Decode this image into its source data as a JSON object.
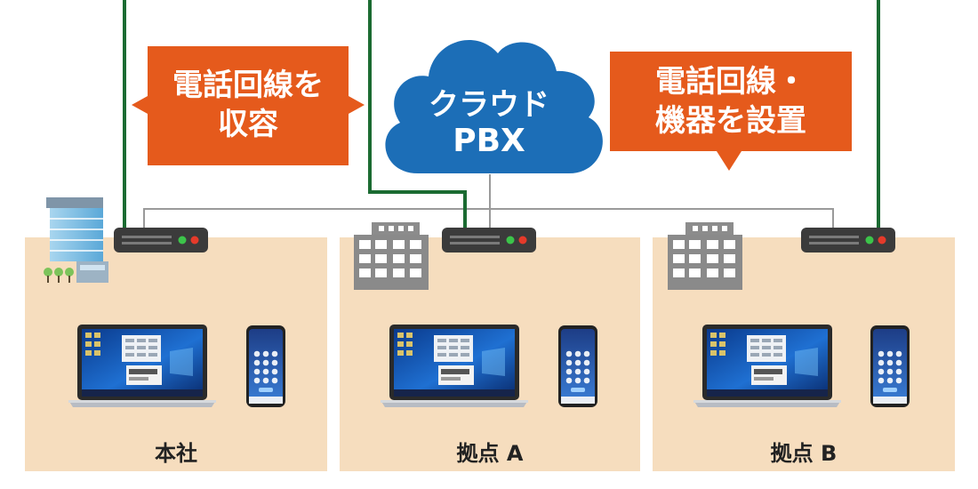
{
  "cloud": {
    "line1": "クラウド",
    "line2": "PBX"
  },
  "callouts": {
    "left": {
      "line1": "電話回線を",
      "line2": "収容"
    },
    "right": {
      "line1": "電話回線・",
      "line2": "機器を設置"
    }
  },
  "sites": [
    {
      "label": "本社"
    },
    {
      "label": "拠点 A"
    },
    {
      "label": "拠点 B"
    }
  ],
  "colors": {
    "panel": "#f6ddbe",
    "callout": "#e55a1c",
    "cloud": "#1c6eb7",
    "green_line": "#1b6b32",
    "gray_line": "#9a9a9a",
    "router": "#3b3b3b"
  },
  "icons": [
    "cloud-icon",
    "router-icon",
    "laptop-icon",
    "smartphone-icon",
    "office-building-icon",
    "headquarters-building-icon"
  ]
}
